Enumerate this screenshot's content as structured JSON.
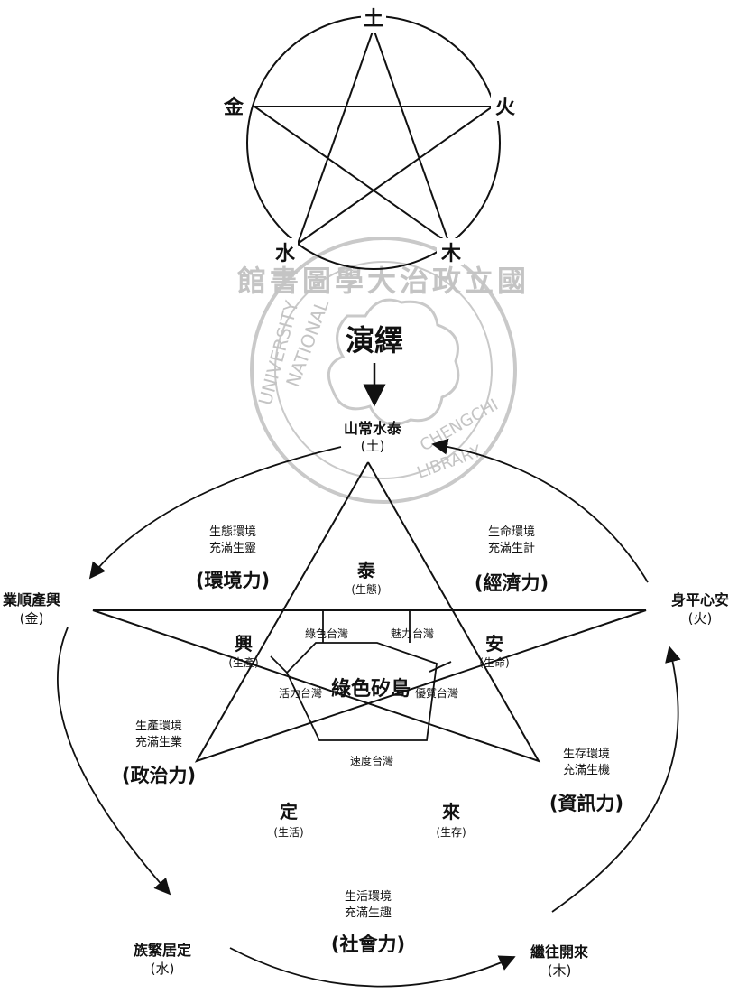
{
  "top_diagram": {
    "elements": {
      "earth": "土",
      "metal": "金",
      "fire": "火",
      "water": "水",
      "wood": "木"
    }
  },
  "watermark": {
    "ring_text": "館書圖學大治政立國",
    "english_left": "NATIONAL",
    "english_left2": "UNIVERSITY",
    "english_right": "CHENGCHI",
    "english_bottom": "LIBRARY"
  },
  "deduction": {
    "title": "演繹"
  },
  "nodes": {
    "top": {
      "label": "山常水泰",
      "element": "(土)"
    },
    "left": {
      "label": "業順產興",
      "element": "(金)"
    },
    "right": {
      "label": "身平心安",
      "element": "(火)"
    },
    "bottom_left": {
      "label": "族繁居定",
      "element": "(水)"
    },
    "bottom_right": {
      "label": "繼往開來",
      "element": "(木)"
    }
  },
  "outer_sections": {
    "top_left": {
      "line1": "生態環境",
      "line2": "充滿生靈",
      "power": "(環境力)"
    },
    "top_right": {
      "line1": "生命環境",
      "line2": "充滿生計",
      "power": "(經濟力)"
    },
    "left": {
      "line1": "生產環境",
      "line2": "充滿生業",
      "power": "(政治力)"
    },
    "right": {
      "line1": "生存環境",
      "line2": "充滿生機",
      "power": "(資訊力)"
    },
    "bottom": {
      "line1": "生活環境",
      "line2": "充滿生趣",
      "power": "(社會力)"
    }
  },
  "star_points": {
    "tai": {
      "char": "泰",
      "sub": "(生態)"
    },
    "xing": {
      "char": "興",
      "sub": "(生產)"
    },
    "an": {
      "char": "安",
      "sub": "(生命)"
    },
    "ding": {
      "char": "定",
      "sub": "(生活)"
    },
    "lai": {
      "char": "來",
      "sub": "(生存)"
    }
  },
  "inner_labels": {
    "green_tw": "綠色台灣",
    "charm_tw": "魅力台灣",
    "vital_tw": "活力台灣",
    "quality_tw": "優質台灣",
    "speed_tw": "速度台灣"
  },
  "center": "綠色矽島"
}
